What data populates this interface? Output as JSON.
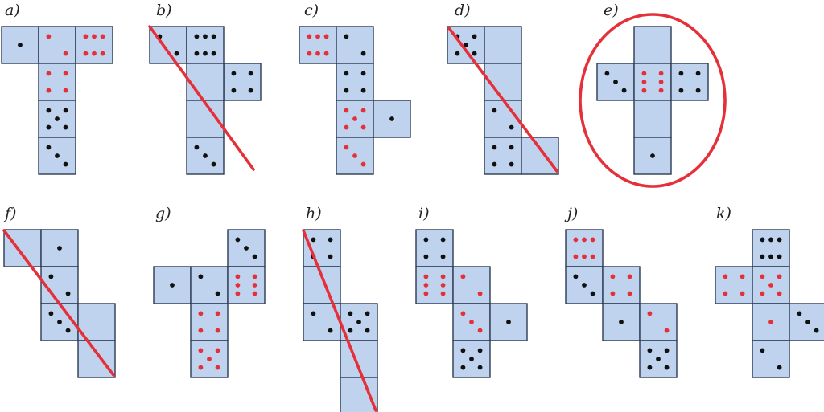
{
  "colors": {
    "face_fill": "#c0d3ee",
    "face_stroke": "#2b3a52",
    "pip_black": "#111111",
    "pip_red": "#e5303a",
    "strike": "#e5303a",
    "highlight": "#e5303a"
  },
  "nets": [
    {
      "id": "a",
      "label": "a)",
      "struck": false,
      "highlighted": false,
      "faces": [
        {
          "c": 0,
          "r": 0,
          "n": 1,
          "color": "black",
          "variant": "a"
        },
        {
          "c": 1,
          "r": 0,
          "n": 2,
          "color": "red",
          "variant": "a"
        },
        {
          "c": 2,
          "r": 0,
          "n": 6,
          "color": "red",
          "variant": "h"
        },
        {
          "c": 1,
          "r": 1,
          "n": 4,
          "color": "red",
          "variant": "a"
        },
        {
          "c": 1,
          "r": 2,
          "n": 5,
          "color": "black",
          "variant": "a"
        },
        {
          "c": 1,
          "r": 3,
          "n": 3,
          "color": "black",
          "variant": "a"
        }
      ]
    },
    {
      "id": "b",
      "label": "b)",
      "struck": true,
      "highlighted": false,
      "faces": [
        {
          "c": 0,
          "r": 0,
          "n": 2,
          "color": "black",
          "variant": "a"
        },
        {
          "c": 1,
          "r": 0,
          "n": 6,
          "color": "black",
          "variant": "h"
        },
        {
          "c": 2,
          "r": 1,
          "n": 4,
          "color": "black",
          "variant": "a"
        },
        {
          "c": 1,
          "r": 1,
          "n": 0,
          "color": "black",
          "variant": "a"
        },
        {
          "c": 1,
          "r": 2,
          "n": 0,
          "color": "black",
          "variant": "a"
        },
        {
          "c": 1,
          "r": 3,
          "n": 3,
          "color": "black",
          "variant": "a"
        }
      ]
    },
    {
      "id": "c",
      "label": "c)",
      "struck": false,
      "highlighted": false,
      "faces": [
        {
          "c": 0,
          "r": 0,
          "n": 6,
          "color": "red",
          "variant": "h"
        },
        {
          "c": 1,
          "r": 0,
          "n": 2,
          "color": "black",
          "variant": "a"
        },
        {
          "c": 1,
          "r": 1,
          "n": 4,
          "color": "black",
          "variant": "a"
        },
        {
          "c": 1,
          "r": 2,
          "n": 5,
          "color": "red",
          "variant": "a"
        },
        {
          "c": 2,
          "r": 2,
          "n": 1,
          "color": "black",
          "variant": "a"
        },
        {
          "c": 1,
          "r": 3,
          "n": 3,
          "color": "red",
          "variant": "a"
        }
      ]
    },
    {
      "id": "d",
      "label": "d)",
      "struck": true,
      "highlighted": false,
      "faces": [
        {
          "c": 0,
          "r": 0,
          "n": 5,
          "color": "black",
          "variant": "a"
        },
        {
          "c": 1,
          "r": 0,
          "n": 0,
          "color": "black",
          "variant": "a"
        },
        {
          "c": 1,
          "r": 1,
          "n": 0,
          "color": "black",
          "variant": "a"
        },
        {
          "c": 1,
          "r": 2,
          "n": 2,
          "color": "black",
          "variant": "a"
        },
        {
          "c": 1,
          "r": 3,
          "n": 4,
          "color": "black",
          "variant": "a"
        },
        {
          "c": 2,
          "r": 3,
          "n": 0,
          "color": "black",
          "variant": "a"
        }
      ]
    },
    {
      "id": "e",
      "label": "e)",
      "struck": false,
      "highlighted": true,
      "faces": [
        {
          "c": 1,
          "r": 0,
          "n": 0,
          "color": "black",
          "variant": "a"
        },
        {
          "c": 0,
          "r": 1,
          "n": 3,
          "color": "black",
          "variant": "a"
        },
        {
          "c": 1,
          "r": 1,
          "n": 6,
          "color": "red",
          "variant": "v"
        },
        {
          "c": 2,
          "r": 1,
          "n": 4,
          "color": "black",
          "variant": "a"
        },
        {
          "c": 1,
          "r": 2,
          "n": 0,
          "color": "black",
          "variant": "a"
        },
        {
          "c": 1,
          "r": 3,
          "n": 1,
          "color": "black",
          "variant": "a"
        }
      ]
    },
    {
      "id": "f",
      "label": "f)",
      "struck": true,
      "highlighted": false,
      "faces": [
        {
          "c": 0,
          "r": 0,
          "n": 0,
          "color": "black",
          "variant": "a"
        },
        {
          "c": 1,
          "r": 0,
          "n": 1,
          "color": "black",
          "variant": "a"
        },
        {
          "c": 1,
          "r": 1,
          "n": 2,
          "color": "black",
          "variant": "a"
        },
        {
          "c": 1,
          "r": 2,
          "n": 3,
          "color": "black",
          "variant": "a"
        },
        {
          "c": 2,
          "r": 2,
          "n": 0,
          "color": "black",
          "variant": "a"
        },
        {
          "c": 2,
          "r": 3,
          "n": 0,
          "color": "black",
          "variant": "a"
        }
      ]
    },
    {
      "id": "g",
      "label": "g)",
      "struck": false,
      "highlighted": false,
      "faces": [
        {
          "c": 2,
          "r": 0,
          "n": 3,
          "color": "black",
          "variant": "a"
        },
        {
          "c": 0,
          "r": 1,
          "n": 1,
          "color": "black",
          "variant": "a"
        },
        {
          "c": 1,
          "r": 1,
          "n": 2,
          "color": "black",
          "variant": "a"
        },
        {
          "c": 2,
          "r": 1,
          "n": 6,
          "color": "red",
          "variant": "v"
        },
        {
          "c": 1,
          "r": 2,
          "n": 4,
          "color": "red",
          "variant": "a"
        },
        {
          "c": 1,
          "r": 3,
          "n": 5,
          "color": "red",
          "variant": "a"
        }
      ]
    },
    {
      "id": "h",
      "label": "h)",
      "struck": true,
      "highlighted": false,
      "faces": [
        {
          "c": 0,
          "r": 0,
          "n": 4,
          "color": "black",
          "variant": "a"
        },
        {
          "c": 0,
          "r": 1,
          "n": 0,
          "color": "black",
          "variant": "a"
        },
        {
          "c": 0,
          "r": 2,
          "n": 2,
          "color": "black",
          "variant": "a"
        },
        {
          "c": 1,
          "r": 2,
          "n": 5,
          "color": "black",
          "variant": "a"
        },
        {
          "c": 1,
          "r": 3,
          "n": 0,
          "color": "black",
          "variant": "a"
        },
        {
          "c": 1,
          "r": 4,
          "n": 0,
          "color": "black",
          "variant": "a"
        }
      ]
    },
    {
      "id": "i",
      "label": "i)",
      "struck": false,
      "highlighted": false,
      "faces": [
        {
          "c": 0,
          "r": 0,
          "n": 4,
          "color": "black",
          "variant": "a"
        },
        {
          "c": 0,
          "r": 1,
          "n": 6,
          "color": "red",
          "variant": "v"
        },
        {
          "c": 1,
          "r": 1,
          "n": 2,
          "color": "red",
          "variant": "a"
        },
        {
          "c": 1,
          "r": 2,
          "n": 3,
          "color": "red",
          "variant": "a"
        },
        {
          "c": 2,
          "r": 2,
          "n": 1,
          "color": "black",
          "variant": "a"
        },
        {
          "c": 1,
          "r": 3,
          "n": 5,
          "color": "black",
          "variant": "a"
        }
      ]
    },
    {
      "id": "j",
      "label": "j)",
      "struck": false,
      "highlighted": false,
      "faces": [
        {
          "c": 0,
          "r": 0,
          "n": 6,
          "color": "red",
          "variant": "h"
        },
        {
          "c": 0,
          "r": 1,
          "n": 3,
          "color": "black",
          "variant": "a"
        },
        {
          "c": 1,
          "r": 1,
          "n": 4,
          "color": "red",
          "variant": "a"
        },
        {
          "c": 1,
          "r": 2,
          "n": 1,
          "color": "black",
          "variant": "a"
        },
        {
          "c": 2,
          "r": 2,
          "n": 2,
          "color": "red",
          "variant": "a"
        },
        {
          "c": 2,
          "r": 3,
          "n": 5,
          "color": "black",
          "variant": "a"
        }
      ]
    },
    {
      "id": "k",
      "label": "k)",
      "struck": false,
      "highlighted": false,
      "faces": [
        {
          "c": 1,
          "r": 0,
          "n": 6,
          "color": "black",
          "variant": "h"
        },
        {
          "c": 0,
          "r": 1,
          "n": 4,
          "color": "red",
          "variant": "a"
        },
        {
          "c": 1,
          "r": 1,
          "n": 5,
          "color": "red",
          "variant": "a"
        },
        {
          "c": 1,
          "r": 2,
          "n": 1,
          "color": "red",
          "variant": "a"
        },
        {
          "c": 2,
          "r": 2,
          "n": 3,
          "color": "black",
          "variant": "a"
        },
        {
          "c": 1,
          "r": 3,
          "n": 2,
          "color": "black",
          "variant": "a"
        }
      ]
    }
  ]
}
